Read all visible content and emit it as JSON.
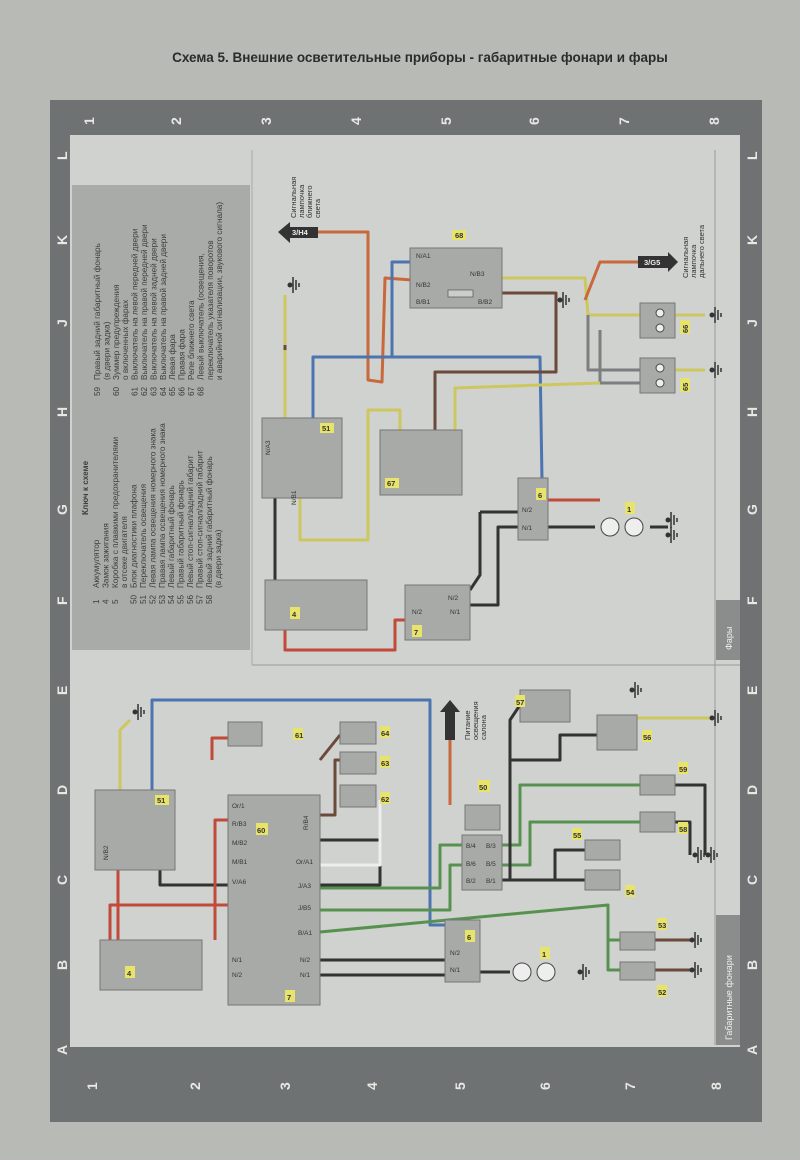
{
  "title": "Схема 5. Внешние осветительные приборы - габаритные фонари и фары",
  "grid": {
    "numbers": [
      "1",
      "2",
      "3",
      "4",
      "5",
      "6",
      "7",
      "8"
    ],
    "letters": [
      "L",
      "K",
      "J",
      "H",
      "G",
      "F",
      "E",
      "D",
      "C",
      "B",
      "A"
    ]
  },
  "legend": {
    "title": "Ключ к схеме",
    "col1": [
      {
        "n": "1",
        "t": "Аккумулятор"
      },
      {
        "n": "4",
        "t": "Замок зажигания"
      },
      {
        "n": "5",
        "t": "Коробка с плавкими предохранителями"
      },
      {
        "n": "",
        "t": "в отсеке двигателя"
      },
      {
        "n": "50",
        "t": "Блок диагностики плафона"
      },
      {
        "n": "51",
        "t": "Переключатель освещения"
      },
      {
        "n": "52",
        "t": "Левая лампа освещения номерного знака"
      },
      {
        "n": "53",
        "t": "Правая лампа освещения номерного знака"
      },
      {
        "n": "54",
        "t": "Левый габаритный фонарь"
      },
      {
        "n": "55",
        "t": "Правый габаритный фонарь"
      },
      {
        "n": "56",
        "t": "Левый стоп-сигнал/задний габарит"
      },
      {
        "n": "57",
        "t": "Правый стоп-сигнал/задний габарит"
      },
      {
        "n": "58",
        "t": "Левый задний габаритный фонарь"
      },
      {
        "n": "",
        "t": "(в двери задка)"
      }
    ],
    "col2": [
      {
        "n": "59",
        "t": "Правый задний габаритный фонарь"
      },
      {
        "n": "",
        "t": "(в двери задка)"
      },
      {
        "n": "60",
        "t": "Зуммер предупреждения"
      },
      {
        "n": "",
        "t": "о включенных фарах"
      },
      {
        "n": "61",
        "t": "Выключатель на левой передней двери"
      },
      {
        "n": "62",
        "t": "Выключатель на правой передней двери"
      },
      {
        "n": "63",
        "t": "Выключатель на левой задней двери"
      },
      {
        "n": "64",
        "t": "Выключатель на правой задней двери"
      },
      {
        "n": "65",
        "t": "Левая фара"
      },
      {
        "n": "66",
        "t": "Правая фара"
      },
      {
        "n": "67",
        "t": "Реле ближнего света"
      },
      {
        "n": "68",
        "t": "Левый выключатель (освещения,"
      },
      {
        "n": "",
        "t": "переключатель указателя поворотов"
      },
      {
        "n": "",
        "t": "и аварийной сигнализации, звукового сигнала)"
      }
    ]
  },
  "sections": {
    "top": "Фары",
    "bottom": "Габаритные фонари"
  },
  "annotations": {
    "low_beam": [
      "Сигнальная",
      "лампочка",
      "ближнего",
      "света"
    ],
    "high_beam": [
      "Сигнальная",
      "лампочка",
      "дальнего света"
    ],
    "interior": [
      "Питание",
      "освещения",
      "салона"
    ],
    "ref_h4": "3/H4",
    "ref_g5": "3/G5"
  },
  "components": {
    "t68": "68",
    "t66": "66",
    "t65": "65",
    "t51a": "51",
    "t67": "67",
    "t6a": "6",
    "t1a": "1",
    "t4a": "4",
    "t7a": "7",
    "t51b": "51",
    "t4b": "4",
    "t60": "60",
    "t7b": "7",
    "t61": "61",
    "t64": "64",
    "t63": "63",
    "t62": "62",
    "t50": "50",
    "t57": "57",
    "t56": "56",
    "t59": "59",
    "t58": "58",
    "t55": "55",
    "t54": "54",
    "t53": "53",
    "t52": "52",
    "t6b": "6",
    "t1b": "1"
  },
  "pins": {
    "na1": "N/A1",
    "nb3": "N/B3",
    "nb2": "N/B2",
    "bb1": "B/B1",
    "bb2": "B/B2",
    "na3": "N/A3",
    "nb1": "N/B1",
    "n2": "N/2",
    "n1": "N/1",
    "b4": "B/4",
    "b3": "B/3",
    "b6": "B/6",
    "b5": "B/5",
    "b2": "B/2",
    "bb1b": "B/1",
    "o1": "Or/1",
    "rb3": "R/B3",
    "mb2": "M/B2",
    "mb1": "M/B1",
    "va6": "V/A6",
    "ora1": "Or/A1",
    "ja3": "J/A3",
    "jb5": "J/B5",
    "ba1": "B/A1",
    "rb4": "R/B4"
  },
  "colors": {
    "orange": "#c8683c",
    "yellow": "#cdc760",
    "blue": "#4b74b0",
    "brown": "#6b4a3c",
    "black": "#333333",
    "gray": "#7c7f80",
    "green": "#579150",
    "red": "#c24a3a"
  }
}
